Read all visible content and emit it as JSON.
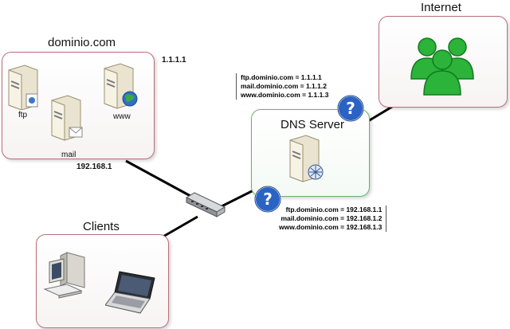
{
  "nodes": {
    "internet": {
      "label": "Internet"
    },
    "domain": {
      "label": "dominio.com",
      "public_ip": "1.1.1.1",
      "private_ip": "192.168.1"
    },
    "servers": {
      "ftp": "ftp",
      "mail": "mail",
      "www": "www"
    },
    "dns": {
      "label": "DNS Server"
    },
    "clients": {
      "label": "Clients"
    }
  },
  "public_records": [
    "ftp.dominio.com = 1.1.1.1",
    "mail.dominio.com = 1.1.1.2",
    "www.dominio.com = 1.1.1.3"
  ],
  "private_records": [
    "ftp.dominio.com = 192.168.1.1",
    "mail.dominio.com = 192.168.1.2",
    "www.dominio.com = 192.168.1.3"
  ],
  "icons": {
    "question": "question-icon",
    "server": "server-icon",
    "users": "users-icon",
    "switch": "switch-icon",
    "desktop": "desktop-computer-icon",
    "laptop": "laptop-icon"
  },
  "colors": {
    "box_border": "#b8707a",
    "dns_border": "#6bb06b",
    "users_green": "#22aa33",
    "question_blue": "#1f5fbf"
  }
}
